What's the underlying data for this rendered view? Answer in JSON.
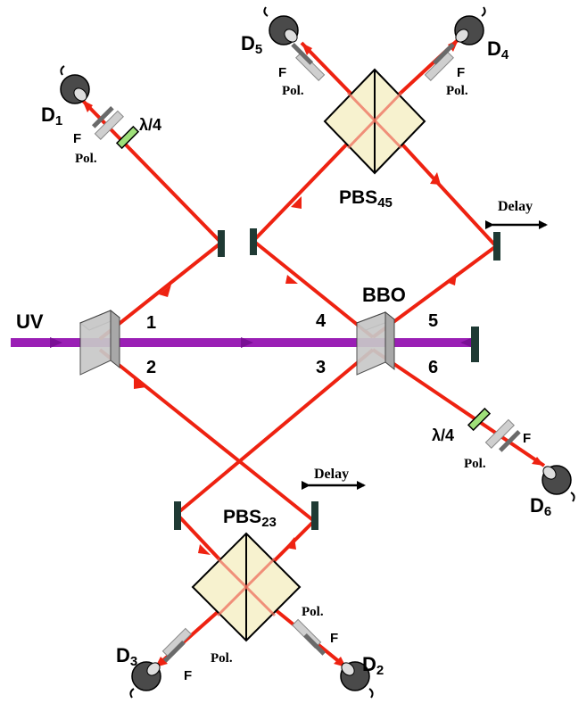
{
  "labels": {
    "uv": "UV",
    "bbo": "BBO",
    "ports": [
      "1",
      "2",
      "3",
      "4",
      "5",
      "6"
    ],
    "pbs45": {
      "main": "PBS",
      "sub": "45"
    },
    "pbs23": {
      "main": "PBS",
      "sub": "23"
    },
    "delay": "Delay",
    "lambda4": "λ/4",
    "pol": "Pol.",
    "filter": "F",
    "detectors": {
      "d1": {
        "main": "D",
        "sub": "1"
      },
      "d2": {
        "main": "D",
        "sub": "2"
      },
      "d3": {
        "main": "D",
        "sub": "3"
      },
      "d4": {
        "main": "D",
        "sub": "4"
      },
      "d5": {
        "main": "D",
        "sub": "5"
      },
      "d6": {
        "main": "D",
        "sub": "6"
      }
    }
  },
  "colors": {
    "red_beam": "#ee2211",
    "uv_beam": "#9a1fb5",
    "mirror": "#1f3a34",
    "cube_fill": "#f7f2cf",
    "crystal": "#c8c8c8",
    "waveplate": "#9fe07a",
    "polarizer": "#cfcfcf",
    "filter": "#6a6a6a",
    "detector": "#4a4a4a"
  }
}
